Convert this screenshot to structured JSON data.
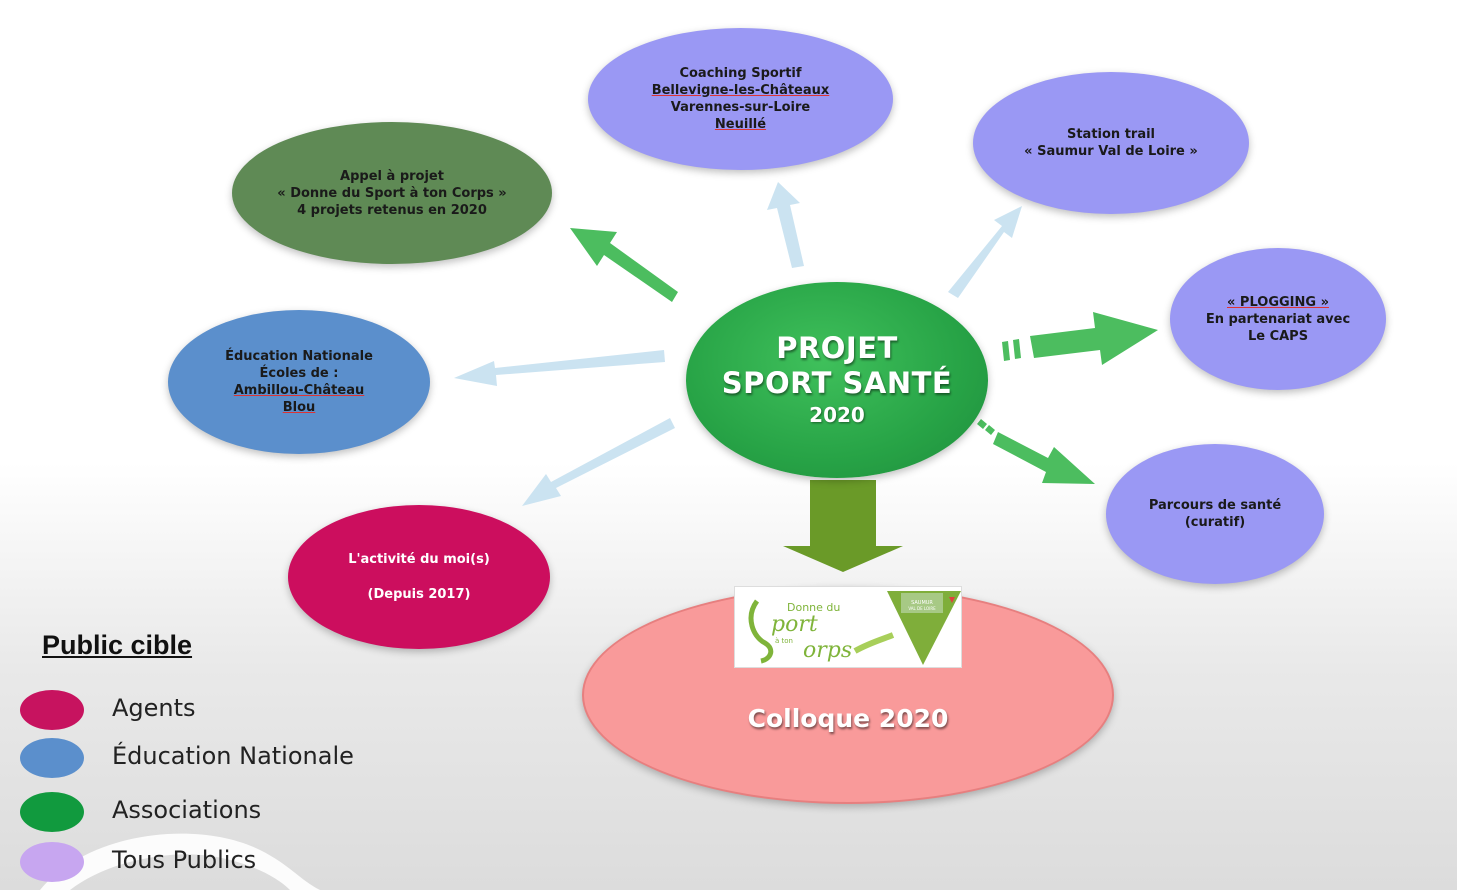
{
  "center": {
    "line1": "PROJET",
    "line2": "SPORT SANTÉ",
    "year": "2020"
  },
  "nodes": {
    "appel": {
      "lines": [
        "Appel à projet",
        "« Donne du Sport à ton Corps »",
        "4 projets retenus en 2020"
      ]
    },
    "coaching": {
      "lines": [
        "Coaching Sportif",
        "Bellevigne-les-Châteaux",
        "Varennes-sur-Loire",
        "Neuillé"
      ]
    },
    "station": {
      "lines": [
        "Station trail",
        "« Saumur Val de Loire »"
      ]
    },
    "plogging": {
      "lines": [
        "« PLOGGING »",
        "En partenariat avec",
        "Le CAPS"
      ]
    },
    "education": {
      "lines": [
        "Éducation Nationale",
        "Écoles de :",
        "Ambillou-Château",
        "Blou"
      ]
    },
    "parcours": {
      "lines": [
        "Parcours de santé",
        "(curatif)"
      ]
    },
    "activite": {
      "lines": [
        "L'activité du moi(s)",
        "(Depuis 2017)"
      ]
    },
    "colloque": {
      "label": "Colloque 2020"
    }
  },
  "logos": {
    "sport": "Donne du Sport à ton Corps",
    "saumur": "SAUMUR VAL DE LOIRE"
  },
  "legend": {
    "title": "Public cible",
    "items": [
      {
        "label": "Agents",
        "color": "#c7135f"
      },
      {
        "label": "Éducation Nationale",
        "color": "#5b8fcc"
      },
      {
        "label": "Associations",
        "color": "#119a3e"
      },
      {
        "label": "Tous Publics",
        "color": "#c7a6f0"
      }
    ]
  },
  "colors": {
    "green_dark": "#5f8a55",
    "green_center": "#2ca649",
    "periwinkle": "#9a98f4",
    "blue": "#5b8fcc",
    "magenta": "#cc0e5e",
    "pink": "#f99a9a",
    "arrow_green": "#4cbd5f",
    "arrow_olive": "#6a9a28",
    "arrow_light": "#cbe3f1"
  }
}
